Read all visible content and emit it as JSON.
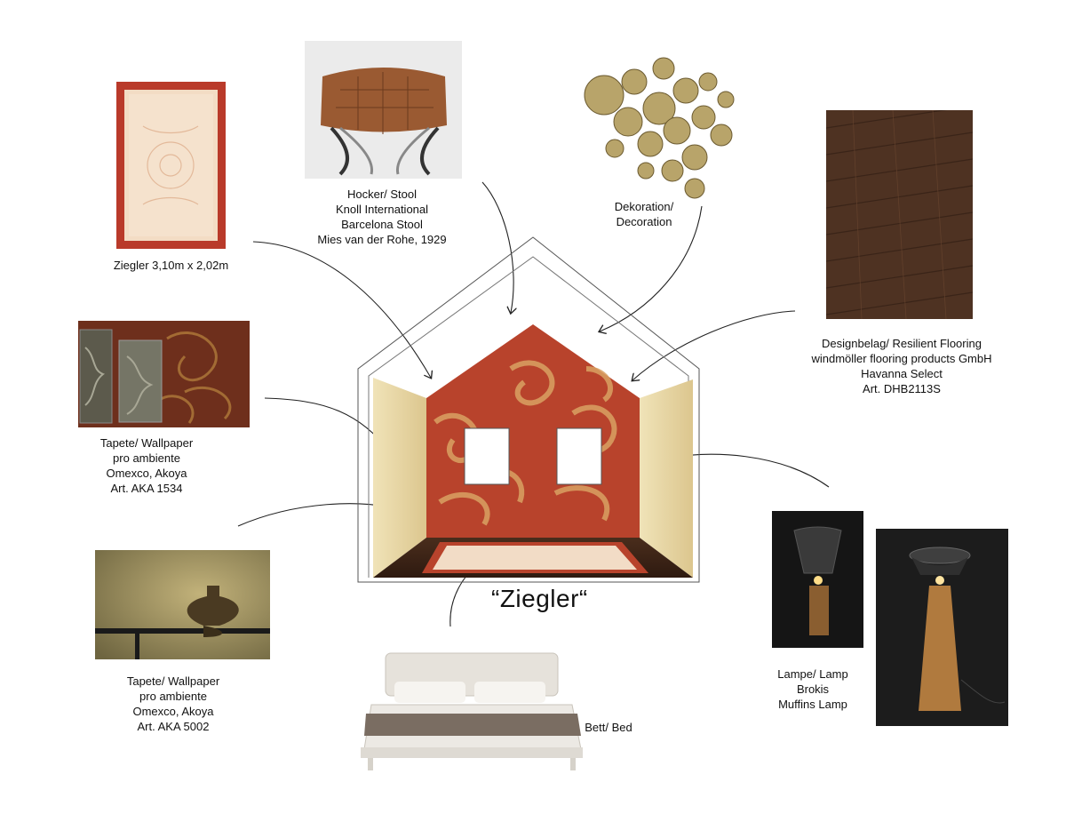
{
  "title": "“Ziegler“",
  "items": {
    "rug": {
      "lines": [
        "Ziegler 3,10m x 2,02m"
      ]
    },
    "stool": {
      "lines": [
        "Hocker/ Stool",
        "Knoll International",
        "Barcelona Stool",
        "Mies van der Rohe, 1929"
      ]
    },
    "decoration": {
      "lines": [
        "Dekoration/",
        "Decoration"
      ]
    },
    "flooring": {
      "lines": [
        "Designbelag/ Resilient Flooring",
        "windmöller flooring products GmbH",
        "Havanna Select",
        "Art. DHB2113S"
      ]
    },
    "wallpaper1": {
      "lines": [
        "Tapete/ Wallpaper",
        "pro ambiente",
        "Omexco, Akoya",
        "Art. AKA 1534"
      ]
    },
    "wallpaper2": {
      "lines": [
        "Tapete/ Wallpaper",
        "pro ambiente",
        "Omexco, Akoya",
        "Art. AKA 5002"
      ]
    },
    "bed": {
      "lines": [
        "Bett/ Bed"
      ]
    },
    "lamp": {
      "lines": [
        "Lampe/ Lamp",
        "Brokis",
        "Muffins Lamp"
      ]
    }
  },
  "colors": {
    "accent_red": "#b8432c",
    "wall_beige": "#e8d9a8",
    "floor_brown": "#3b2418",
    "leather": "#9a5a32"
  }
}
